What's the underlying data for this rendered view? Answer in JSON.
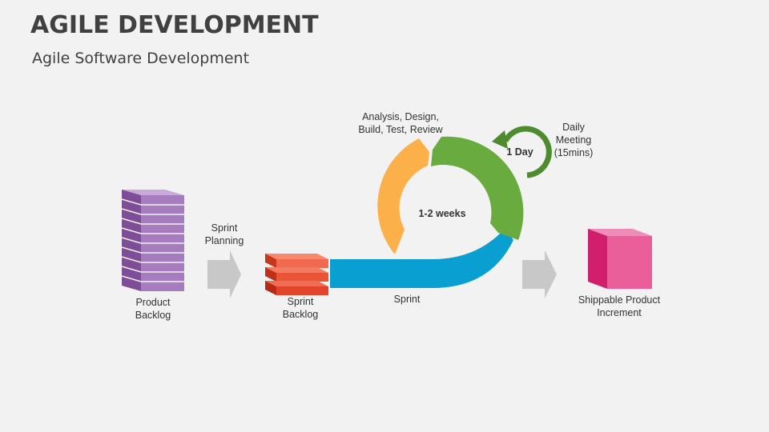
{
  "header": {
    "title": "AGILE DEVELOPMENT",
    "subtitle": "Agile Software Development"
  },
  "stages": {
    "product_backlog": "Product\nBacklog",
    "sprint_planning": "Sprint\nPlanning",
    "sprint_backlog": "Sprint\nBacklog",
    "sprint": "Sprint",
    "cycle_activities": "Analysis, Design,\nBuild, Test, Review",
    "cycle_duration": "1-2 weeks",
    "daily_cycle": "1 Day",
    "daily_meeting": "Daily\nMeeting\n(15mins)",
    "shippable_increment": "Shippable Product\nIncrement"
  },
  "colors": {
    "backlog_purple": "#9b6bb3",
    "sprint_backlog_red": "#e8482a",
    "sprint_blue": "#0a9fd1",
    "cycle_orange": "#fbb04a",
    "cycle_green": "#6aab3f",
    "daily_green": "#4e8a2e",
    "arrow_gray": "#c8c8c8",
    "cube_pink": "#e0267a"
  }
}
